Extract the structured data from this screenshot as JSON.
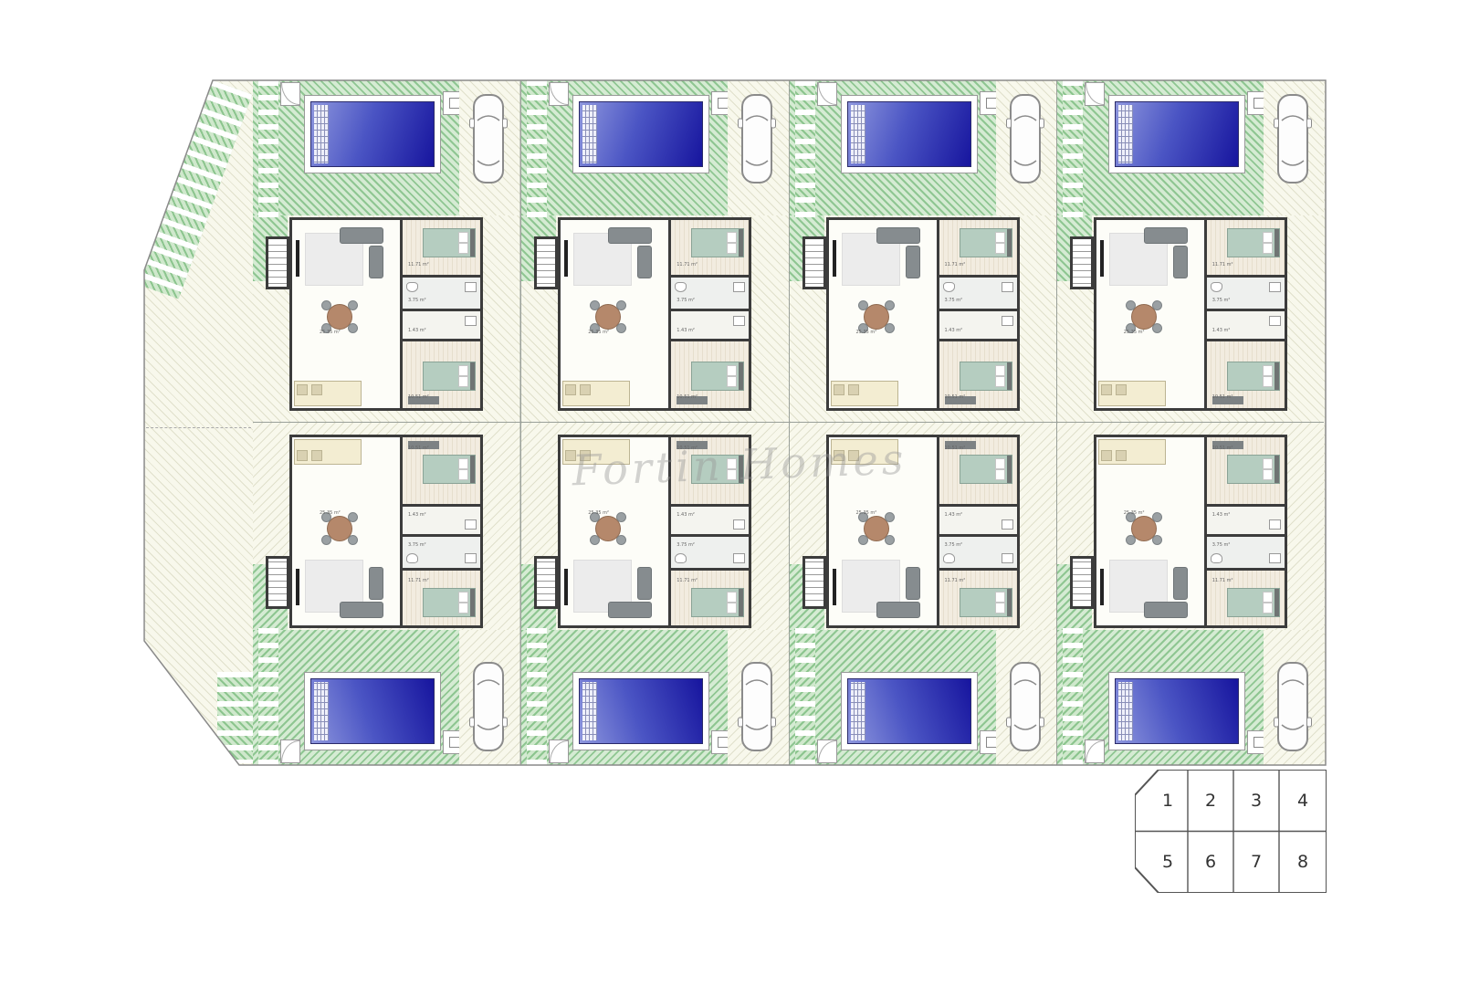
{
  "site": {
    "watermark": "Fortin Homes",
    "units": [
      {
        "plot": "1",
        "mirrored": false
      },
      {
        "plot": "2",
        "mirrored": false
      },
      {
        "plot": "3",
        "mirrored": false
      },
      {
        "plot": "4",
        "mirrored": false
      },
      {
        "plot": "5",
        "mirrored": true
      },
      {
        "plot": "6",
        "mirrored": true
      },
      {
        "plot": "7",
        "mirrored": true
      },
      {
        "plot": "8",
        "mirrored": true
      }
    ]
  },
  "rooms": {
    "living": "25.35 m²",
    "bedroom1": "11.71 m²",
    "bedroom2": "10.51 m²",
    "bathroom1": "3.75 m²",
    "hall": "1.43 m²"
  },
  "key_plan": {
    "cells": [
      "1",
      "2",
      "3",
      "4",
      "5",
      "6",
      "7",
      "8"
    ]
  },
  "colors": {
    "pool_dark": "#17159e",
    "pool_light": "#8d96dd",
    "lawn_green": "#6db070",
    "wall": "#3c3c3c",
    "bed_green": "#b5cdc0",
    "hatch_cream": "#f8f8ec"
  }
}
